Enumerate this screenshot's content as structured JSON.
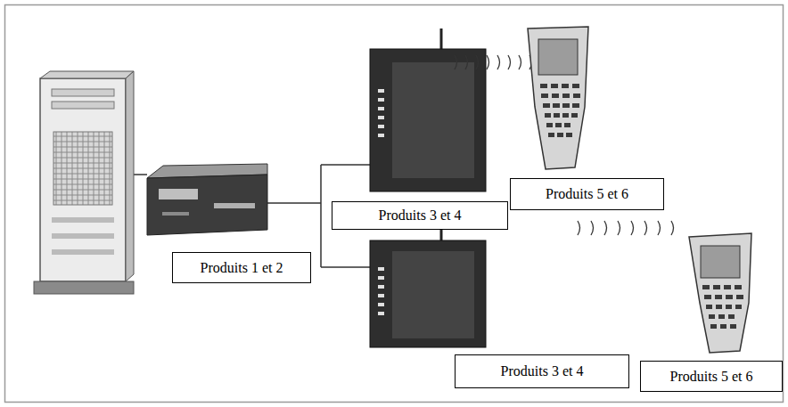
{
  "diagram": {
    "nodes": [
      {
        "text": [
          "Produits 1 et 2"
        ]
      },
      {
        "text": [
          "Produits 3 et 4"
        ]
      },
      {
        "text": [
          "Produits 5 et 6"
        ]
      },
      {
        "text": [
          "Produits 3 et 4"
        ]
      },
      {
        "text": [
          "Produits 5 et 6"
        ]
      }
    ]
  }
}
